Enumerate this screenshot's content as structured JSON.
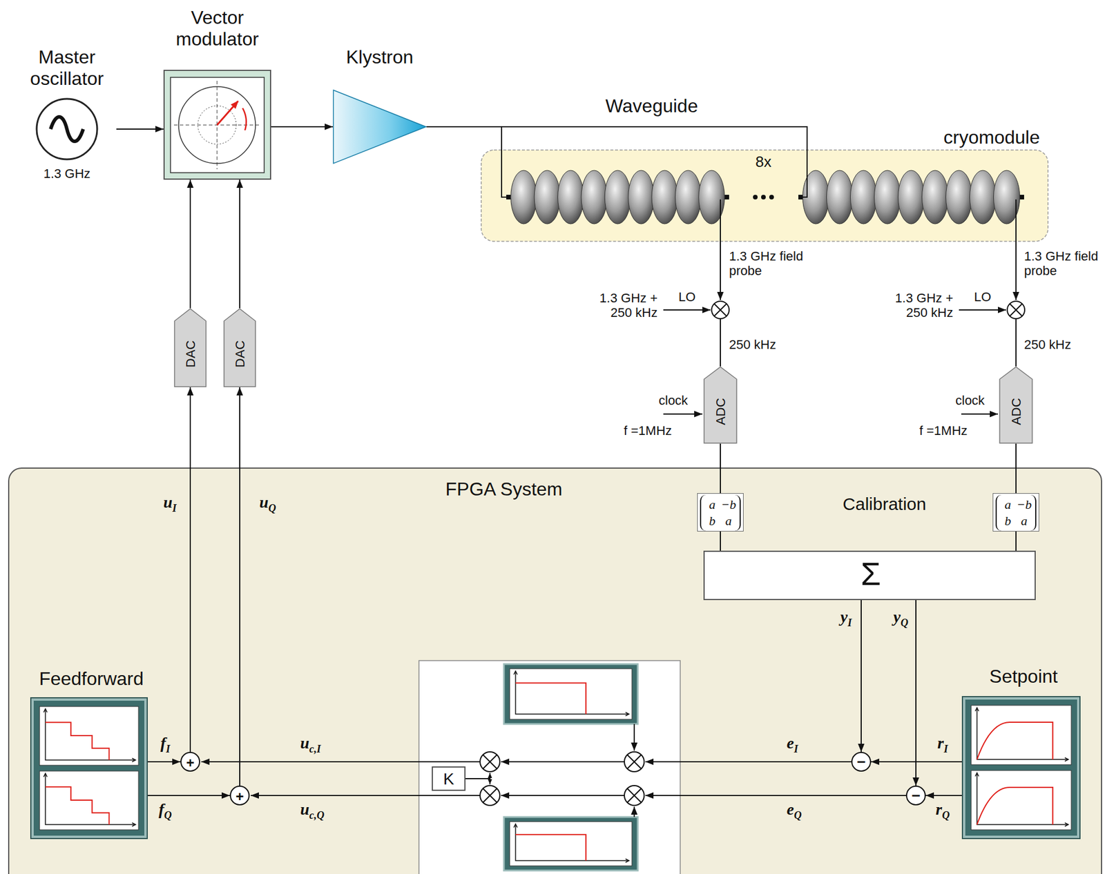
{
  "diagram": {
    "nodes": [
      {
        "text": [
          "Master oscillator",
          "1.3 GHz"
        ]
      },
      {
        "text": [
          "Vector modulator"
        ]
      },
      {
        "text": [
          "Klystron"
        ]
      },
      {
        "text": [
          "cryomodule",
          "8x"
        ]
      },
      {
        "text": [
          "DAC"
        ]
      },
      {
        "text": [
          "DAC"
        ]
      },
      {
        "text": [
          "ADC"
        ]
      },
      {
        "text": [
          "ADC"
        ]
      },
      {
        "text": [
          "FPGA System"
        ]
      },
      {
        "text": [
          "a",
          "−b",
          "b",
          "a"
        ],
        "in": 8
      },
      {
        "text": [
          "a",
          "−b",
          "b",
          "a"
        ],
        "in": 8
      },
      {
        "text": [
          "Σ"
        ],
        "in": 8
      },
      {
        "text": [
          "Feedforward"
        ],
        "in": 8
      },
      {
        "text": [
          "+"
        ],
        "in": 8
      },
      {
        "text": [
          "+"
        ],
        "in": 8
      },
      {
        "text": [
          "K"
        ],
        "in": 8
      },
      {
        "text": [
          "−"
        ],
        "in": 8
      },
      {
        "text": [
          "−"
        ],
        "in": 8
      },
      {
        "text": [
          "Setpoint"
        ],
        "in": 8
      }
    ],
    "edges": [
      {
        "from": 0,
        "to": 1,
        "arrow": "to"
      },
      {
        "from": 1,
        "to": 2,
        "arrow": "to"
      },
      {
        "from": 2,
        "to": 3,
        "label": "Waveguide",
        "arrow": "none"
      },
      {
        "from": 4,
        "to": 1,
        "arrow": "to"
      },
      {
        "from": 5,
        "to": 1,
        "arrow": "to"
      },
      {
        "from": 6,
        "to": 9,
        "arrow": "none"
      },
      {
        "from": 7,
        "to": 10,
        "arrow": "none"
      },
      {
        "from": 9,
        "to": 11,
        "arrow": "none"
      },
      {
        "from": 10,
        "to": 11,
        "arrow": "none"
      },
      {
        "from": 11,
        "to": 16,
        "label": "yI",
        "arrow": "to"
      },
      {
        "from": 11,
        "to": 17,
        "label": "yQ",
        "arrow": "to"
      },
      {
        "from": 18,
        "to": 16,
        "label": "rI",
        "arrow": "to"
      },
      {
        "from": 18,
        "to": 17,
        "label": "rQ",
        "arrow": "to"
      },
      {
        "from": 12,
        "to": 13,
        "label": "fI",
        "arrow": "to"
      },
      {
        "from": 12,
        "to": 14,
        "label": "fQ",
        "arrow": "to"
      },
      {
        "from": 13,
        "to": 4,
        "label": "uI",
        "arrow": "to"
      },
      {
        "from": 14,
        "to": 5,
        "label": "uQ",
        "arrow": "to"
      }
    ],
    "labels": [
      "1.3 GHz field probe",
      "1.3 GHz + 250 kHz",
      "LO",
      "250 kHz",
      "clock",
      "f =1MHz",
      "1.3 GHz field probe",
      "1.3 GHz + 250 kHz",
      "LO",
      "250 kHz",
      "clock",
      "f =1MHz",
      "Calibration",
      "uc,I",
      "uc,Q",
      "eI",
      "eQ"
    ]
  }
}
